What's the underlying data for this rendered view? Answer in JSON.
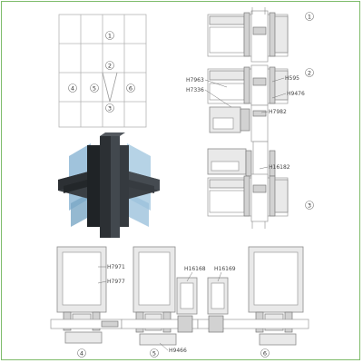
{
  "elevation": {
    "markers": [
      "1",
      "2",
      "3",
      "4",
      "5",
      "6"
    ]
  },
  "detail_1": {
    "number": "1"
  },
  "detail_2": {
    "number": "2",
    "labels": [
      "H7963",
      "H7336",
      "H595",
      "H9476",
      "H7982"
    ]
  },
  "detail_3": {
    "number": "3",
    "labels": [
      "H16182"
    ]
  },
  "detail_4": {
    "number": "4",
    "labels": [
      "H7971",
      "H7977"
    ]
  },
  "detail_5": {
    "number": "5",
    "labels": [
      "H16168",
      "H9466"
    ]
  },
  "detail_6": {
    "number": "6",
    "labels": [
      "H16169"
    ]
  },
  "colors": {
    "border": "#7dbb6a",
    "profile": "#e9e9e9",
    "profile_dark": "#2c3034",
    "glass_tint": "#8fb9d6"
  }
}
